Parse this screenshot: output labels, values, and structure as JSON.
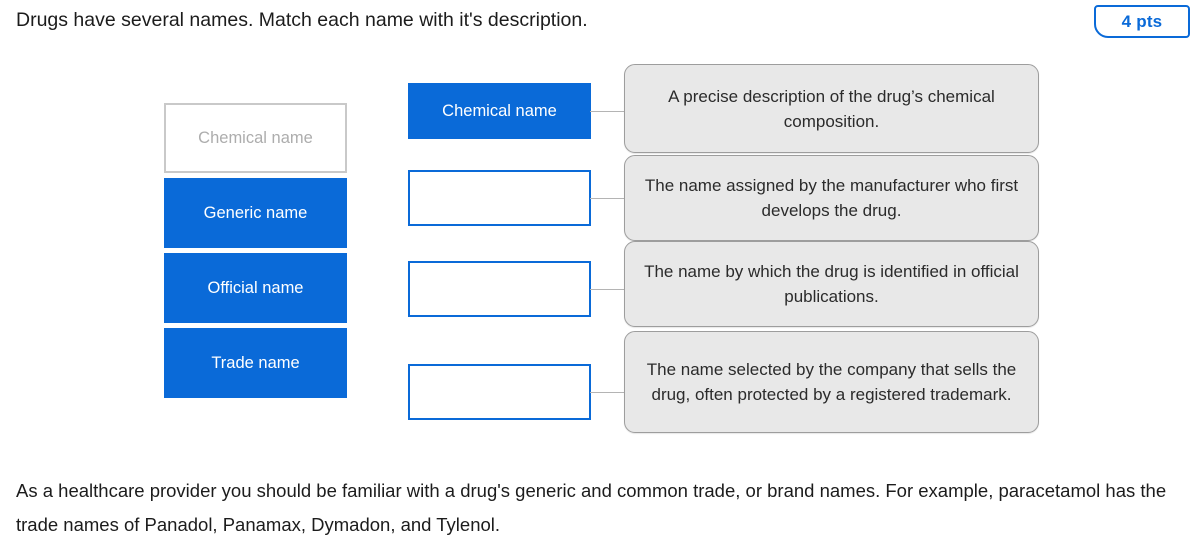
{
  "header": {
    "prompt": "Drugs have several names. Match each name with it's description.",
    "points_badge": "4 pts"
  },
  "colors": {
    "accent_blue": "#0a6ad8",
    "card_gray": "#e8e8e8",
    "card_border": "#9d9d9d",
    "empty_slot_border": "#c9c9c9",
    "placeholder_text": "#adadad"
  },
  "matching": {
    "source_tiles": [
      {
        "label": "Chemical name",
        "state": "empty"
      },
      {
        "label": "Generic name",
        "state": "filled"
      },
      {
        "label": "Official name",
        "state": "filled"
      },
      {
        "label": "Trade name",
        "state": "filled"
      }
    ],
    "drop_zones": [
      {
        "label": "Chemical name",
        "state": "filled"
      },
      {
        "label": "",
        "state": "empty"
      },
      {
        "label": "",
        "state": "empty"
      },
      {
        "label": "",
        "state": "empty"
      }
    ],
    "descriptions": [
      "A precise description of the drug’s chemical composition.",
      "The name assigned by the manufacturer who first develops the drug.",
      "The name by which the drug is identified in official publications.",
      "The name selected by the company that sells the drug, often protected by a registered trademark."
    ]
  },
  "footer": {
    "note": "As a healthcare provider you should be familiar with a drug's generic and common trade, or brand names. For example, paracetamol has the trade names of Panadol, Panamax, Dymadon, and Tylenol."
  }
}
